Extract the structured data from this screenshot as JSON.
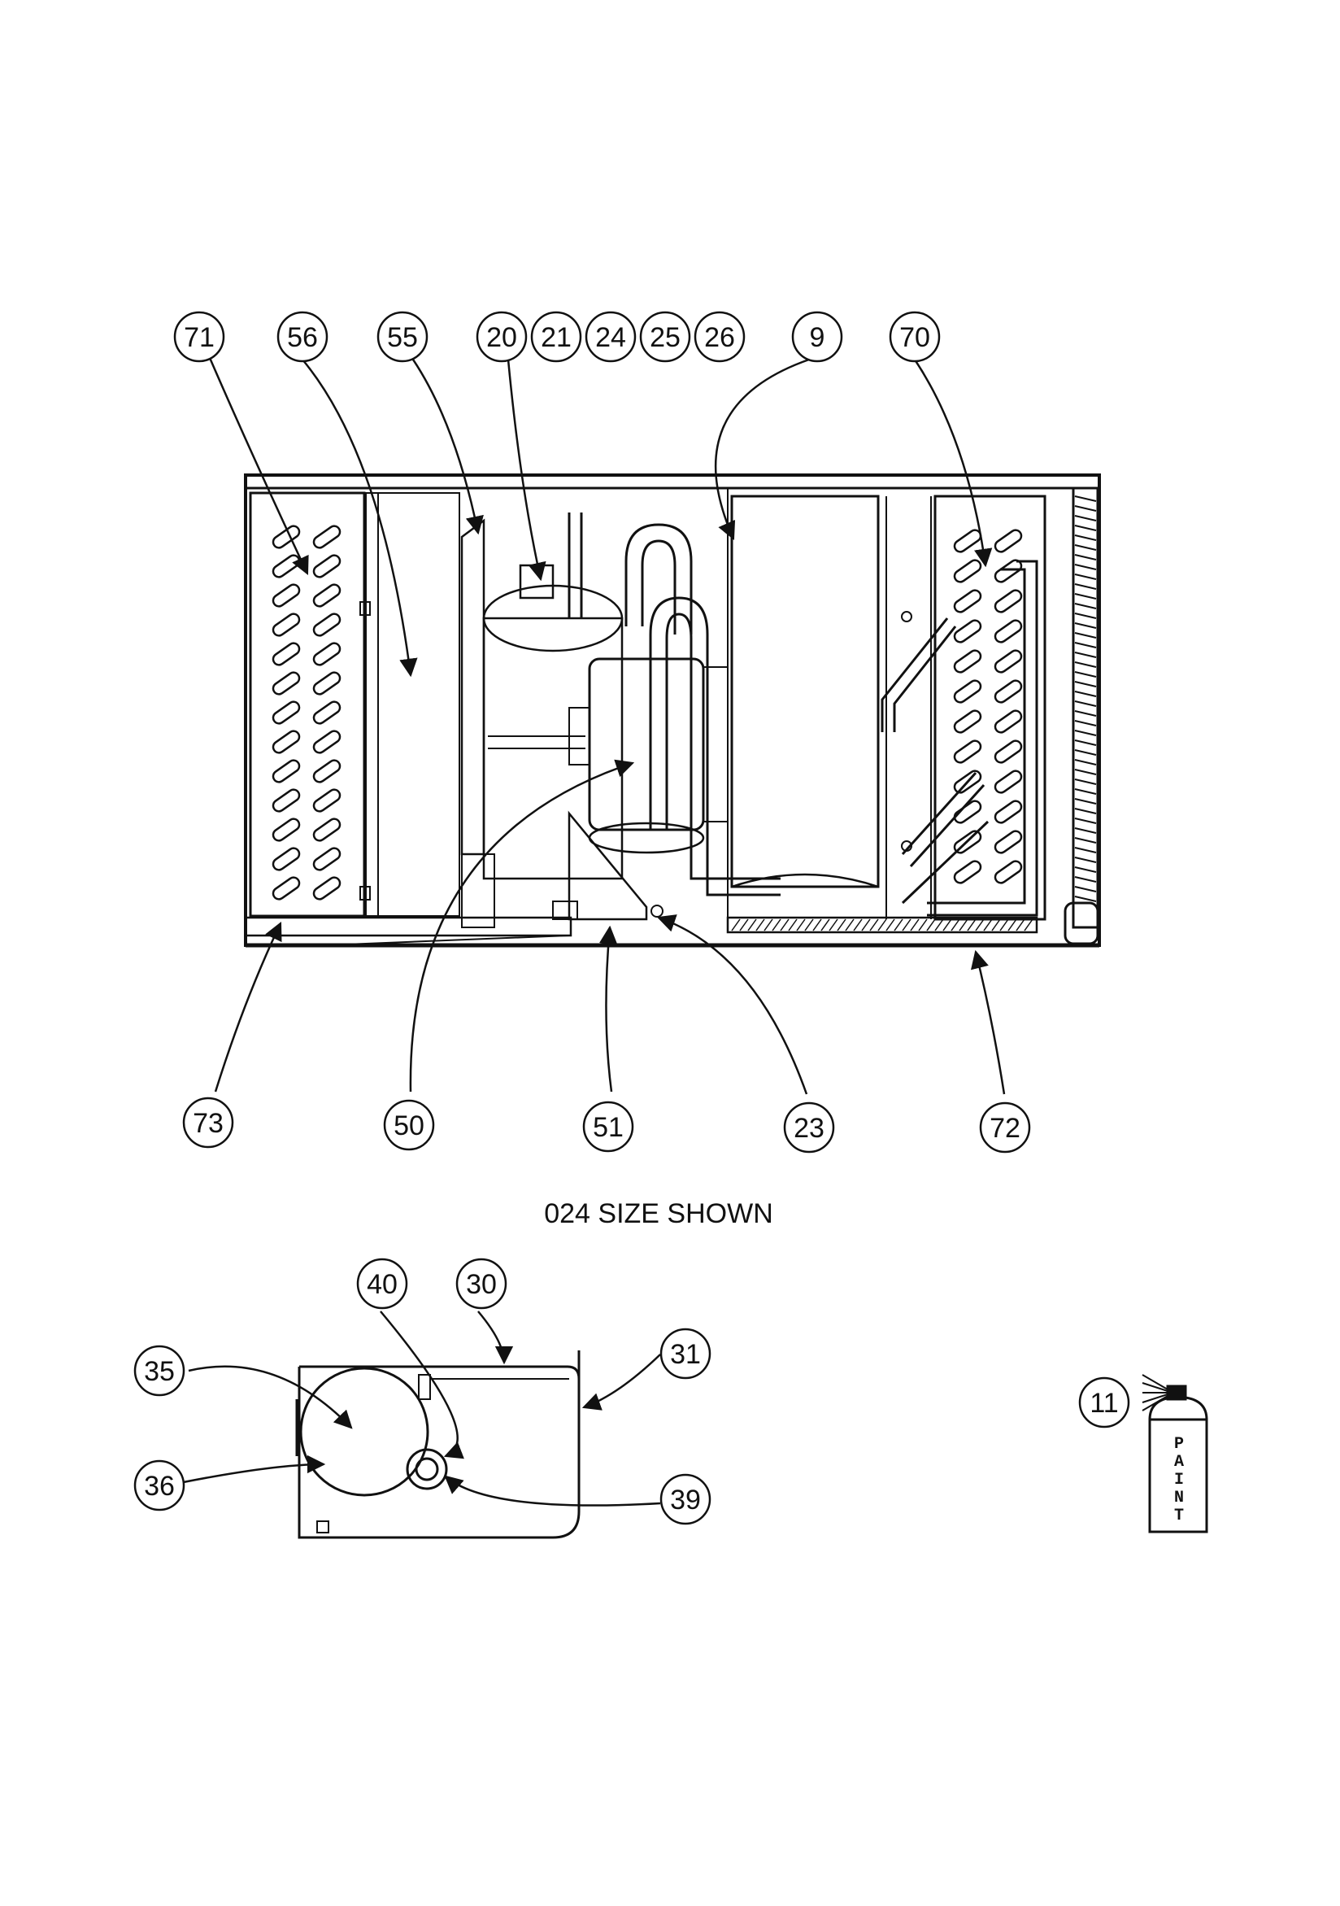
{
  "caption": "024 SIZE SHOWN",
  "paint_label": [
    "P",
    "A",
    "I",
    "N",
    "T"
  ],
  "callouts": {
    "c71": "71",
    "c56": "56",
    "c55": "55",
    "c20": "20",
    "c21": "21",
    "c24": "24",
    "c25": "25",
    "c26": "26",
    "c9": "9",
    "c70": "70",
    "c73": "73",
    "c50": "50",
    "c51": "51",
    "c23": "23",
    "c72": "72",
    "c40": "40",
    "c30": "30",
    "c35": "35",
    "c31": "31",
    "c36": "36",
    "c39": "39",
    "c11": "11"
  }
}
